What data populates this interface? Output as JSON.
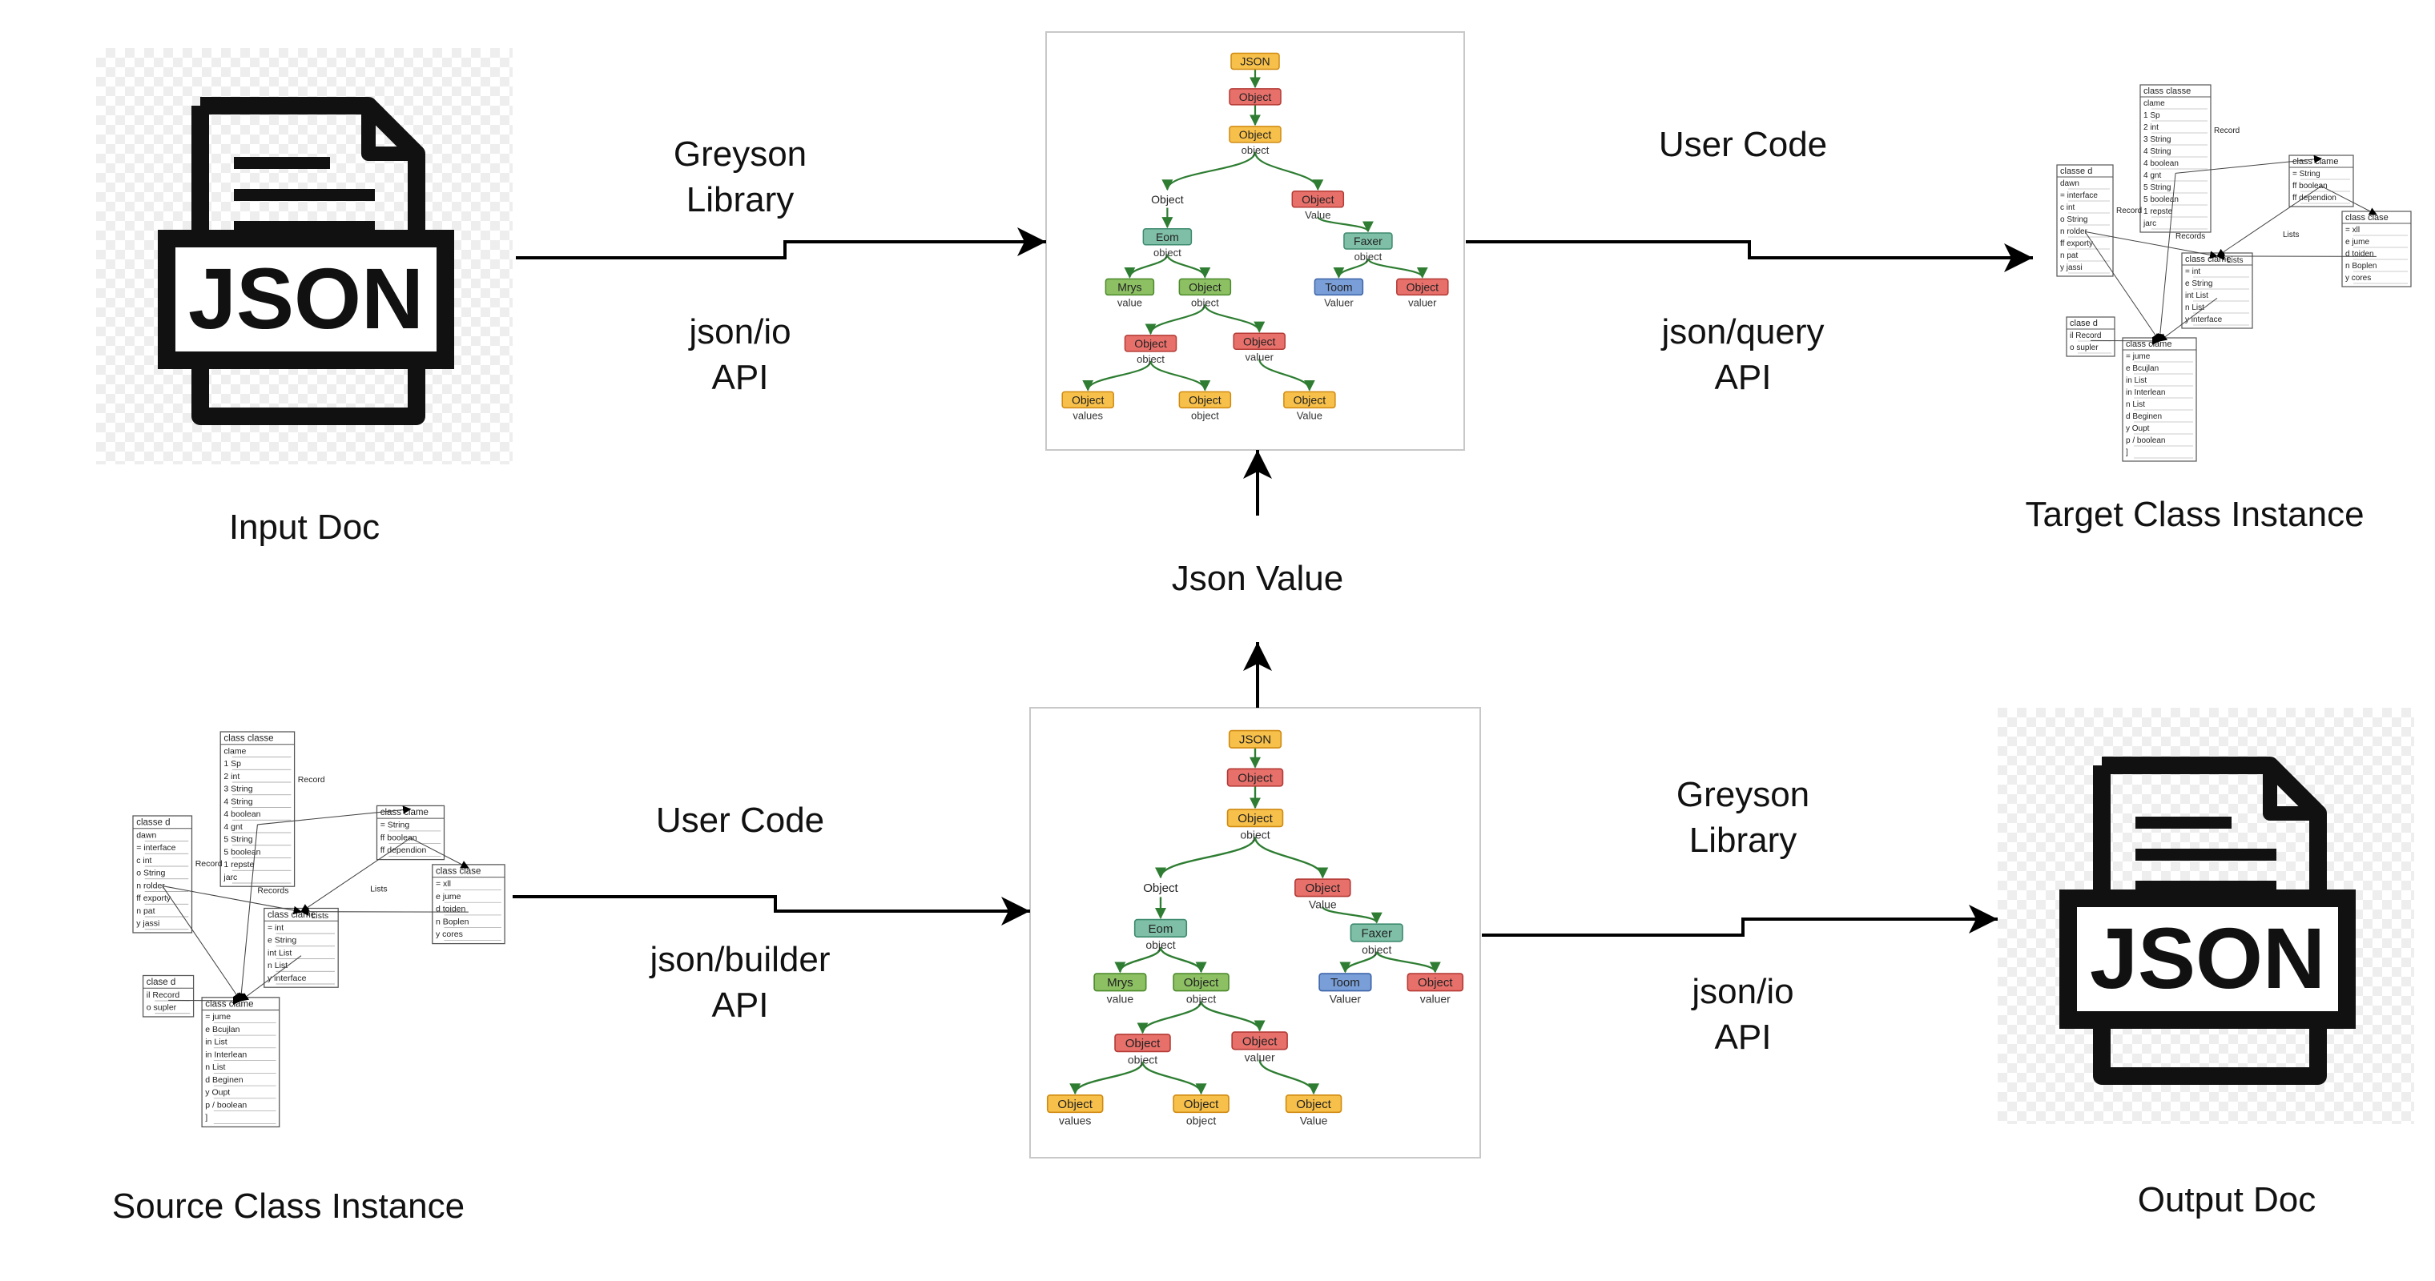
{
  "captions": {
    "input_doc": "Input Doc",
    "target_class_instance": "Target Class Instance",
    "json_value": "Json Value",
    "source_class_instance": "Source Class Instance",
    "output_doc": "Output Doc"
  },
  "edges": {
    "top_left": {
      "above_1": "Greyson",
      "above_2": "Library",
      "below_1": "json/io",
      "below_2": "API"
    },
    "top_right": {
      "above_1": "User Code",
      "below_1": "json/query",
      "below_2": "API"
    },
    "bottom_left": {
      "above_1": "User Code",
      "below_1": "json/builder",
      "below_2": "API"
    },
    "bottom_right": {
      "above_1": "Greyson",
      "above_2": "Library",
      "below_1": "json/io",
      "below_2": "API"
    }
  },
  "doc_icon": {
    "text": "JSON"
  },
  "tree_top": {
    "nodes": [
      {
        "t": "JSON",
        "c": "orange"
      },
      {
        "t": "Object",
        "c": "red"
      },
      {
        "t": "Object",
        "c": "orange",
        "s": "object"
      },
      {
        "t": "Object",
        "c": "none"
      },
      {
        "t": "Object",
        "c": "red",
        "s": "Value"
      },
      {
        "t": "Eom",
        "c": "teal",
        "s": "object"
      },
      {
        "t": "Faxer",
        "c": "teal",
        "s": "object"
      },
      {
        "t": "Mrys",
        "c": "green",
        "s": "value"
      },
      {
        "t": "Object",
        "c": "green",
        "s": "object"
      },
      {
        "t": "Toom",
        "c": "blue",
        "s": "Valuer"
      },
      {
        "t": "Object",
        "c": "red",
        "s": "valuer"
      },
      {
        "t": "Object",
        "c": "red",
        "s": "object"
      },
      {
        "t": "Object",
        "c": "red",
        "s": "valuer"
      },
      {
        "t": "Object",
        "c": "orange",
        "s": "values"
      },
      {
        "t": "Object",
        "c": "orange",
        "s": "object"
      },
      {
        "t": "Object",
        "c": "orange",
        "s": "Value"
      }
    ]
  },
  "tree_bottom": {
    "nodes": [
      {
        "t": "JSON",
        "c": "orange"
      },
      {
        "t": "Object",
        "c": "red"
      },
      {
        "t": "Object",
        "c": "orange",
        "s": "object"
      },
      {
        "t": "Object",
        "c": "none"
      },
      {
        "t": "Object",
        "c": "red",
        "s": "Value"
      },
      {
        "t": "Eom",
        "c": "teal",
        "s": "object"
      },
      {
        "t": "Faxer",
        "c": "teal",
        "s": "object"
      },
      {
        "t": "Mrys",
        "c": "green",
        "s": "value"
      },
      {
        "t": "Object",
        "c": "green",
        "s": "object"
      },
      {
        "t": "Toom",
        "c": "blue",
        "s": "Valuer"
      },
      {
        "t": "Object",
        "c": "red",
        "s": "valuer"
      },
      {
        "t": "Object",
        "c": "red",
        "s": "object"
      },
      {
        "t": "Object",
        "c": "red",
        "s": "valuer"
      },
      {
        "t": "Object",
        "c": "orange",
        "s": "values"
      },
      {
        "t": "Object",
        "c": "orange",
        "s": "object"
      },
      {
        "t": "Object",
        "c": "orange",
        "s": "Value"
      }
    ]
  },
  "uml": {
    "classes": [
      {
        "title": "class classe",
        "rows": [
          "clame",
          "1  Sp",
          "2  int",
          "3  String",
          "4  String",
          "4  boolean",
          "4  gnt",
          "5  String",
          "5  boolean",
          "1  repste",
          "   jarc"
        ],
        "side": "Record"
      },
      {
        "title": "classe d",
        "rows": [
          "dawn",
          "=  interface",
          "c  int",
          "o  String",
          "n  rolder",
          "ff  exporty",
          "n  pat",
          "y  jassi"
        ],
        "side": "Record"
      },
      {
        "title": "class clame",
        "rows": [
          "=  String",
          "ff  boolean",
          "ff  dependion"
        ]
      },
      {
        "title": "class clase",
        "rows": [
          "=  xll",
          "e  jume",
          "d  toiden",
          "n  Boplen",
          "y  cores"
        ]
      },
      {
        "title": "class clame",
        "rows": [
          "=  int",
          "e  String",
          "int  List",
          "n  List",
          "y  interface"
        ]
      },
      {
        "title": "clase d",
        "rows": [
          "il  Record",
          "o  supler"
        ]
      },
      {
        "title": "class clame",
        "rows": [
          "=  jume",
          "e  Bcujlan",
          "in  List",
          "in  Interlean",
          "n  List",
          "d  Beginen",
          "y  Oupt",
          "p  / boolean",
          "]"
        ]
      }
    ],
    "links": [
      "Lists",
      "Records",
      "Lists"
    ]
  },
  "colors": {
    "line": "#000000",
    "tree_edge": "#2e7d32",
    "frame": "#c8c8c8"
  }
}
